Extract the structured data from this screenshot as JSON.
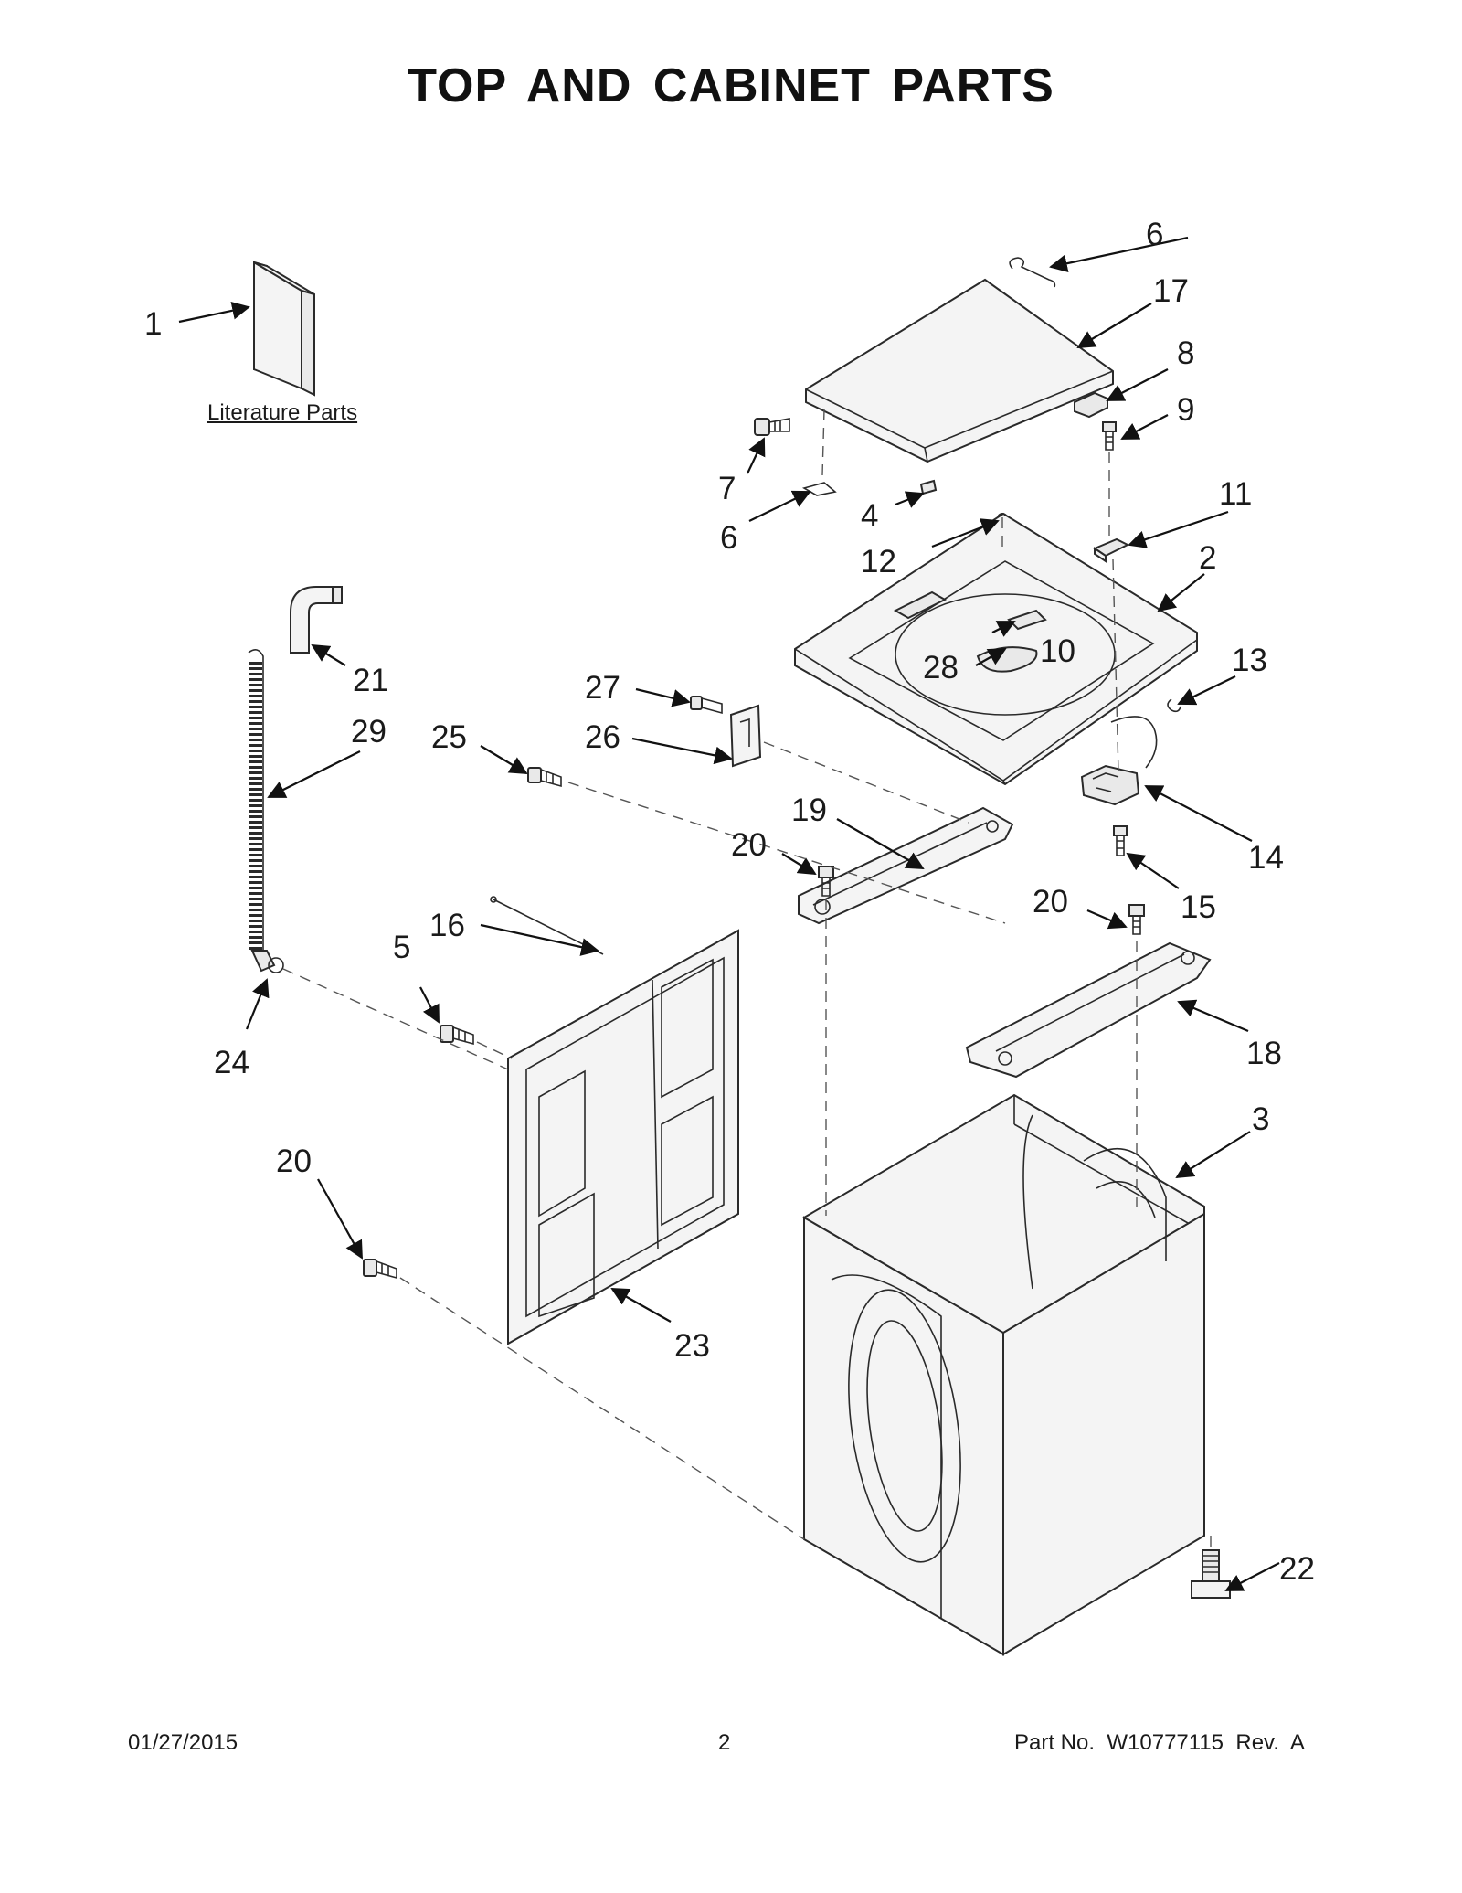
{
  "title": "TOP AND CABINET PARTS",
  "literature_label": "Literature Parts",
  "callouts": [
    "1",
    "2",
    "3",
    "4",
    "5",
    "6",
    "6",
    "7",
    "8",
    "9",
    "10",
    "11",
    "12",
    "13",
    "14",
    "15",
    "16",
    "17",
    "18",
    "19",
    "20",
    "20",
    "20",
    "21",
    "22",
    "23",
    "24",
    "25",
    "26",
    "27",
    "28",
    "29"
  ],
  "footer": {
    "date": "01/27/2015",
    "page": "2",
    "part_no": "Part No.  W10777115  Rev.  A"
  }
}
